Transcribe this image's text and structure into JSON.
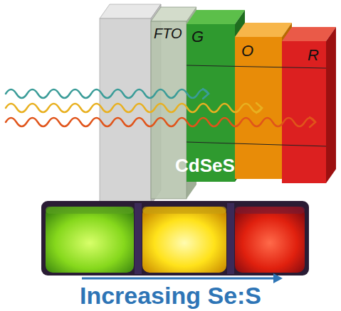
{
  "diagram": {
    "nodes": [
      {
        "text": [
          "FTO"
        ]
      },
      {
        "text": [
          "G"
        ]
      },
      {
        "text": [
          "O"
        ]
      },
      {
        "text": [
          "R"
        ]
      }
    ],
    "labels": [
      "CdSeS",
      "Increasing Se:S"
    ]
  }
}
